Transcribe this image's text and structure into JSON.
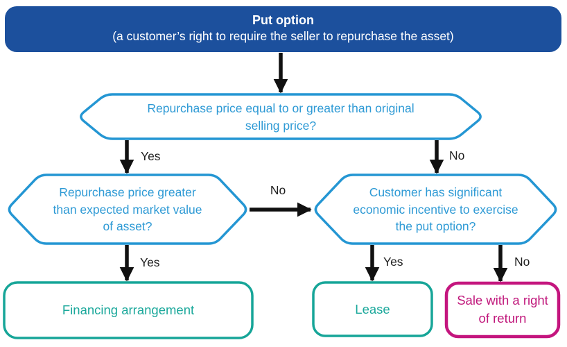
{
  "diagram_title": "Put option",
  "root": {
    "title": "Put option",
    "subtitle": "(a customer’s right to require the seller to repurchase the asset)"
  },
  "decisions": [
    {
      "id": "d1",
      "lines": [
        "Repurchase price equal to or greater than original",
        "selling price?"
      ]
    },
    {
      "id": "d2",
      "lines": [
        "Repurchase price greater",
        "than expected market value",
        "of asset?"
      ]
    },
    {
      "id": "d3",
      "lines": [
        "Customer has significant",
        "economic incentive to exercise",
        "the put option?"
      ]
    }
  ],
  "outcomes": [
    {
      "id": "financing",
      "label": "Financing arrangement"
    },
    {
      "id": "lease",
      "label": "Lease"
    },
    {
      "id": "sale",
      "lines": [
        "Sale with a right",
        "of return"
      ]
    }
  ],
  "edges": [
    {
      "from": "d1",
      "to": "d2",
      "label": "Yes"
    },
    {
      "from": "d1",
      "to": "d3",
      "label": "No"
    },
    {
      "from": "d2",
      "to": "d3",
      "label": "No"
    },
    {
      "from": "d2",
      "to": "financing",
      "label": "Yes"
    },
    {
      "from": "d3",
      "to": "lease",
      "label": "Yes"
    },
    {
      "from": "d3",
      "to": "sale",
      "label": "No"
    }
  ],
  "colors": {
    "root_fill": "#1c509d",
    "decision_stroke": "#2496d3",
    "decision_text": "#2e9ad5",
    "outcome_teal": "#16a598",
    "outcome_magenta": "#c4157e",
    "arrow": "#111111",
    "edge_label_text": "#1f1f1f",
    "background": "#ffffff"
  }
}
